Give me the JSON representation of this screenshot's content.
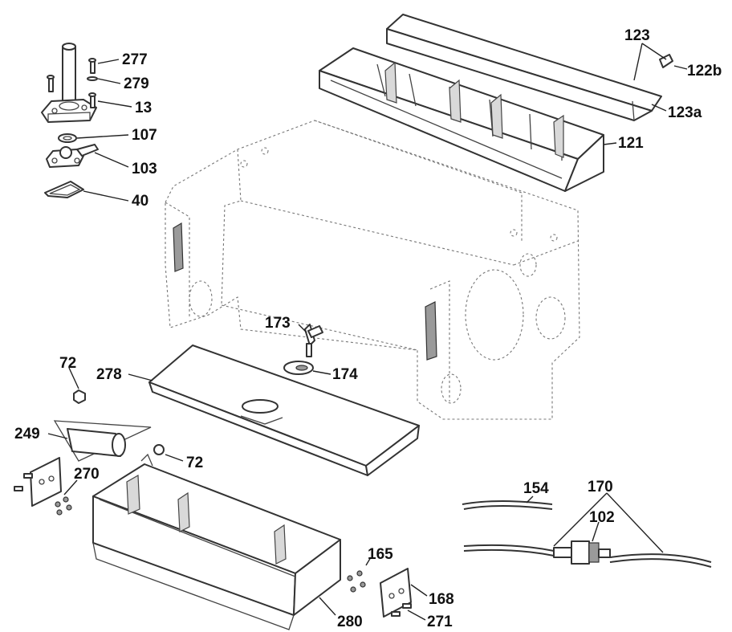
{
  "labels": {
    "p277": "277",
    "p279": "279",
    "p13": "13",
    "p107": "107",
    "p103": "103",
    "p40": "40",
    "p123": "123",
    "p122b": "122b",
    "p123a": "123a",
    "p121": "121",
    "p173": "173",
    "p174": "174",
    "p72a": "72",
    "p278": "278",
    "p249": "249",
    "p72b": "72",
    "p270": "270",
    "p154": "154",
    "p170": "170",
    "p102": "102",
    "p165": "165",
    "p168": "168",
    "p271": "271",
    "p280": "280"
  }
}
